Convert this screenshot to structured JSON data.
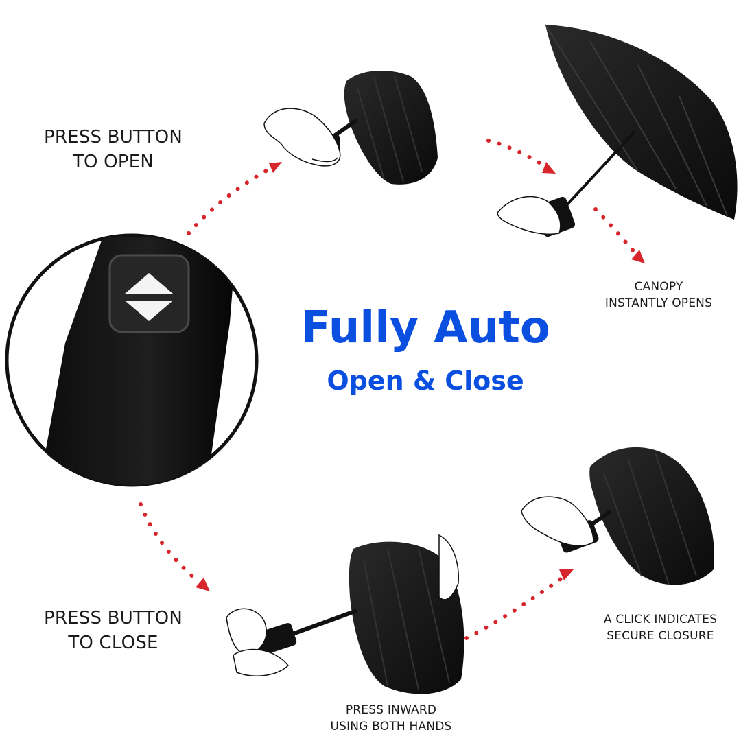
{
  "headline": {
    "title": "Fully Auto",
    "subtitle": "Open & Close"
  },
  "steps": {
    "press_open": {
      "line1": "PRESS BUTTON",
      "line2": "TO OPEN"
    },
    "canopy_opens": {
      "line1": "CANOPY",
      "line2": "INSTANTLY OPENS"
    },
    "press_close": {
      "line1": "PRESS BUTTON",
      "line2": "TO CLOSE"
    },
    "press_inward": {
      "line1": "PRESS INWARD",
      "line2": "USING BOTH HANDS"
    },
    "click_closure": {
      "line1": "A CLICK INDICATES",
      "line2": "SECURE CLOSURE"
    }
  },
  "colors": {
    "headline": "#0b4fe0",
    "arrows": "#d6262b",
    "umbrella": "#141414",
    "text": "#1a1a1a"
  },
  "icons": [
    "umbrella-handle-closeup",
    "closed-umbrella-in-hand",
    "open-umbrella",
    "arrow-dots"
  ]
}
